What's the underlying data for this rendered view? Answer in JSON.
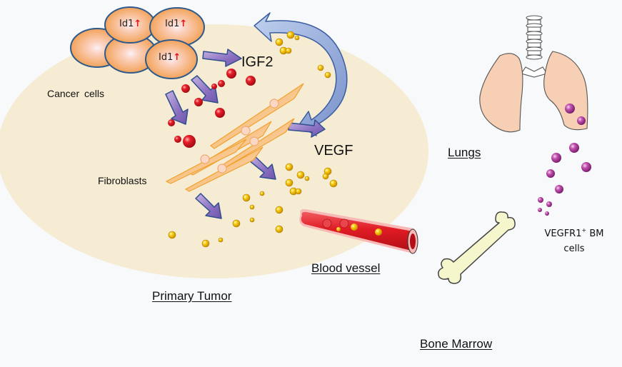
{
  "diagram": {
    "title": "Id1-mediated tumor–stroma crosstalk and VEGFR1+ bone marrow cell mobilization",
    "regions": {
      "primary_tumor": "Primary Tumor",
      "blood_vessel": "Blood vessel",
      "lungs": "Lungs",
      "bone_marrow": "Bone Marrow"
    },
    "cell_labels": {
      "cancer_cells": "Cancer cells",
      "fibroblasts": "Fibroblasts"
    },
    "cancer_cell_marker": {
      "gene": "Id1",
      "arrow": "↑",
      "count_labeled": 3,
      "count_total": 5
    },
    "factors": {
      "igf2": "IGF2",
      "vegf": "VEGF"
    },
    "bm_cells": {
      "line1_prefix": "VEGFR1",
      "line1_sup": "+",
      "line1_suffix": " BM",
      "line2": "cells"
    },
    "colors": {
      "background": "#f8f9fb",
      "tumor_fill": "#f5ecd3",
      "cancer_cell_fill": "#f3a35a",
      "cancer_cell_outline": "#2e5a8c",
      "arrow_fill": "#8a6fc0",
      "arrow_outline": "#2f4f8f",
      "feedback_arrow": "#8fa8d8",
      "igf2_particle": "#e01a24",
      "vegf_particle": "#f5c400",
      "fibroblast": "#f6a644",
      "vessel": "#e01b24",
      "lung": "#f6cfb4",
      "bm_cell": "#b0409e",
      "bone": "#f6f6cc",
      "upregulation_arrow": "#e0141a"
    }
  }
}
